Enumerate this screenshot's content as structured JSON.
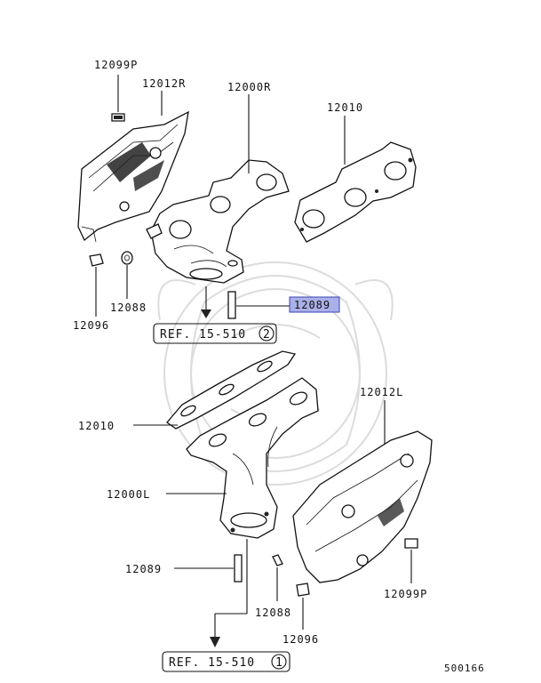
{
  "labels": {
    "p12099P_top": "12099P",
    "p12012R": "12012R",
    "p12000R": "12000R",
    "p12010_top": "12010",
    "p12088_top": "12088",
    "p12096_top": "12096",
    "p12089_top": "12089",
    "p12010_bottom": "12010",
    "p12012L": "12012L",
    "p12000L": "12000L",
    "p12089_bottom": "12089",
    "p12088_bottom": "12088",
    "p12096_bottom": "12096",
    "p12099P_bottom": "12099P"
  },
  "refs": {
    "top": {
      "text": "REF. 15-510",
      "num": "2"
    },
    "bottom": {
      "text": "REF. 15-510",
      "num": "1"
    }
  },
  "diagram_id": "500166",
  "colors": {
    "highlight": "#aab0e8",
    "highlight_border": "#3a44b0",
    "ink": "#111111",
    "watermark": "#dcdcdc"
  }
}
